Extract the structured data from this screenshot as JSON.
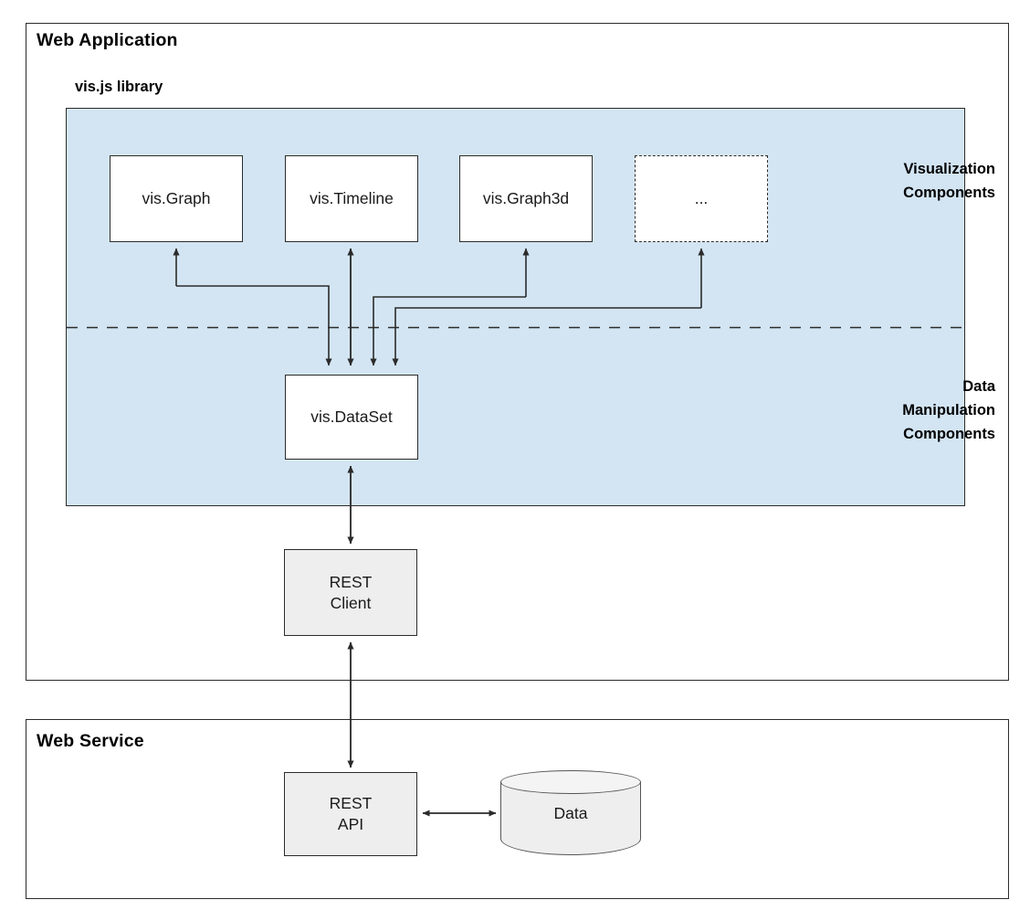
{
  "panels": {
    "webapp": {
      "title": "Web Application"
    },
    "webservice": {
      "title": "Web Service"
    }
  },
  "library": {
    "label": "vis.js library",
    "panel_color": "#d3e5f3",
    "sections": [
      {
        "name": "visualization",
        "caption": "Visualization\nComponents"
      },
      {
        "name": "data-manipulation",
        "caption": "Data\nManipulation\nComponents"
      }
    ],
    "divider": "dashed"
  },
  "nodes": {
    "graph": {
      "label": "vis.Graph",
      "style": "solid"
    },
    "timeline": {
      "label": "vis.Timeline",
      "style": "solid"
    },
    "graph3d": {
      "label": "vis.Graph3d",
      "style": "solid"
    },
    "ellipsis": {
      "label": "...",
      "style": "dashed"
    },
    "dataset": {
      "label": "vis.DataSet",
      "style": "solid"
    },
    "restclient": {
      "label": "REST\nClient",
      "style": "gray"
    },
    "restapi": {
      "label": "REST\nAPI",
      "style": "gray"
    },
    "database": {
      "label": "Data",
      "style": "cylinder"
    }
  },
  "connections": [
    {
      "from": "dataset",
      "to": "graph",
      "arrows": "both"
    },
    {
      "from": "dataset",
      "to": "timeline",
      "arrows": "both"
    },
    {
      "from": "dataset",
      "to": "graph3d",
      "arrows": "both"
    },
    {
      "from": "dataset",
      "to": "ellipsis",
      "arrows": "both"
    },
    {
      "from": "dataset",
      "to": "restclient",
      "arrows": "both"
    },
    {
      "from": "restclient",
      "to": "restapi",
      "arrows": "both"
    },
    {
      "from": "restapi",
      "to": "database",
      "arrows": "both"
    }
  ],
  "colors": {
    "library_fill": "#d3e5f3",
    "node_fill": "#ffffff",
    "gray_fill": "#eeeeee",
    "stroke": "#2b2b2b"
  }
}
